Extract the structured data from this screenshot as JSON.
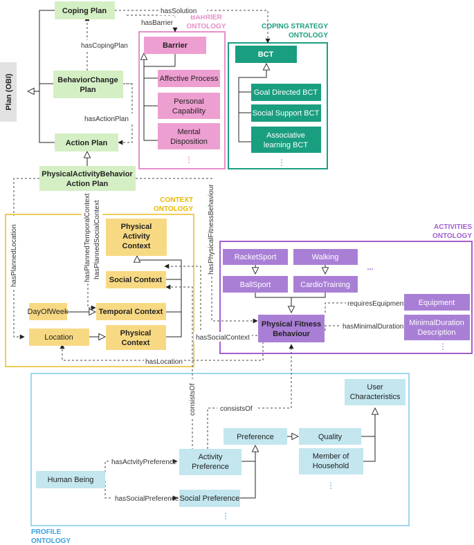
{
  "regions": {
    "barrier": {
      "title1": "BARRIER",
      "title2": "ONTOLOGY",
      "color": "#e58fc9"
    },
    "coping": {
      "title1": "COPING STRATEGY",
      "title2": "ONTOLOGY",
      "color": "#1a9e80"
    },
    "context": {
      "title1": "CONTEXT",
      "title2": "ONTOLOGY",
      "color": "#e6b800"
    },
    "activities": {
      "title1": "ACTIVITIES",
      "title2": "ONTOLOGY",
      "color": "#a25fcf"
    },
    "profile": {
      "title1": "PROFILE",
      "title2": "ONTOLOGY",
      "color": "#3aa0e0"
    }
  },
  "nodes": {
    "plan_obi": "Plan (OBI)",
    "coping_plan": "Coping Plan",
    "behavior_change_plan": [
      "BehaviorChange",
      "Plan"
    ],
    "action_plan": "Action Plan",
    "pa_behavior_action_plan": [
      "PhysicalActivityBehavior",
      "Action Plan"
    ],
    "barrier": "Barrier",
    "affective_process": "Affective Process",
    "personal_capability": [
      "Personal",
      "Capability"
    ],
    "mental_disposition": [
      "Mental",
      "Disposition"
    ],
    "bct": "BCT",
    "goal_directed_bct": "Goal Directed BCT",
    "social_support_bct": "Social Support BCT",
    "associative_learning_bct": [
      "Associative",
      "learning BCT"
    ],
    "physical_activity_context": [
      "Physical",
      "Activity",
      "Context"
    ],
    "social_context": "Social Context",
    "day_of_week": "DayOfWeek",
    "temporal_context": "Temporal Context",
    "location": "Location",
    "physical_context": [
      "Physical",
      "Context"
    ],
    "racket_sport": "RacketSport",
    "walking": "Walking",
    "ball_sport": "BallSport",
    "cardio_training": "CardioTraining",
    "physical_fitness_behaviour": [
      "Physical Fitness",
      "Behaviour"
    ],
    "equipment": "Equipment",
    "minimal_duration_description": [
      "MinimalDuration",
      "Description"
    ],
    "user_characteristics": [
      "User",
      "Characteristics"
    ],
    "preference": "Preference",
    "quality": "Quality",
    "member_of_household": [
      "Member of",
      "Household"
    ],
    "human_being": "Human Being",
    "activity_preference": [
      "Activity",
      "Preference"
    ],
    "social_preference": "Social Preference"
  },
  "edge_labels": {
    "has_solution": "hasSolution",
    "has_barrier": "hasBarrier",
    "has_coping_plan": "hasCopingPlan",
    "has_action_plan": "hasActionPlan",
    "has_planned_location": "hasPlannedLocation",
    "has_planned_temporal_context": "hasPlannedTemporalContext",
    "has_planned_social_context": "hasPlannedSocialContext",
    "has_physical_fitness_behaviour": "hasPhysicalFitnessBehaviour",
    "requires_equipment": "requiresEquipment",
    "has_minimal_duration": "hasMinimalDuration",
    "has_social_context": "hasSocialContext",
    "has_location": "hasLocation",
    "consists_of_vertical": "consistsOf",
    "consists_of": "consistsOf",
    "has_activity_preference": "hasActvityPreference",
    "has_social_preference": "hasSocialPreference"
  },
  "ellipsis": "⋮",
  "ellipsis_h": "...",
  "colors": {
    "green_fill": "#d4efc4",
    "pink_fill": "#ee9fd1",
    "teal_fill": "#1a9e80",
    "yellow_fill": "#f8d983",
    "purple_fill": "#a97fd6",
    "blue_fill": "#c3e6ef",
    "gray_fill": "#e2e2e2"
  }
}
